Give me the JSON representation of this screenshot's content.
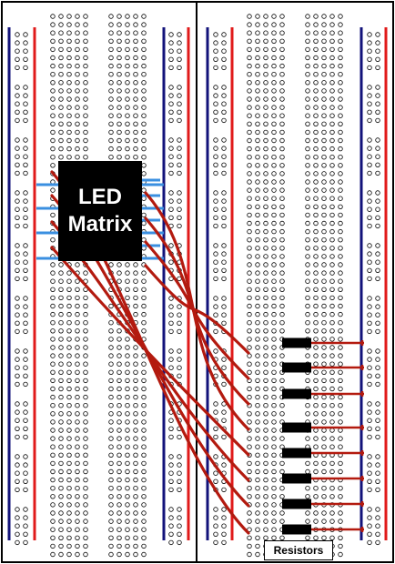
{
  "led_matrix": {
    "line1": "LED",
    "line2": "Matrix"
  },
  "resistors": {
    "label": "Resistors"
  },
  "colors": {
    "rail_positive": "#e01a1a",
    "rail_negative": "#12127a",
    "wire": "#b31a0f",
    "led_pin": "#3a8fe0",
    "resistor_body": "#000000",
    "board_outline": "#000000"
  },
  "counts": {
    "led_pins_per_side": 4,
    "jumper_wires": 8,
    "resistors": 8
  }
}
